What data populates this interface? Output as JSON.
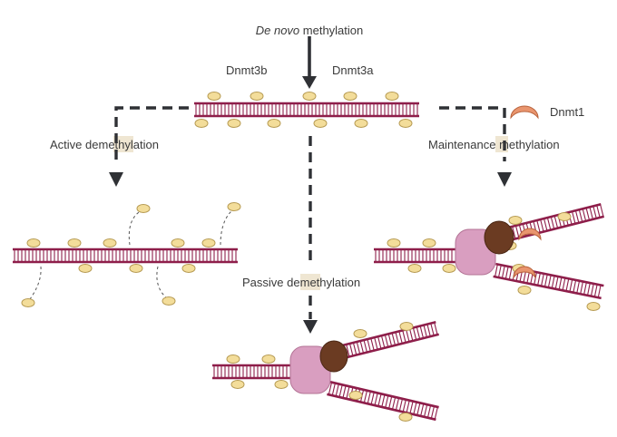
{
  "labels": {
    "de_novo_italic": "De novo",
    "de_novo_rest": " methylation",
    "dnmt3b": "Dnmt3b",
    "dnmt3a": "Dnmt3a",
    "dnmt1": "Dnmt1",
    "active_a": "Active ",
    "active_b": "de",
    "active_c": "methylation",
    "maint_a": "Maintenance ",
    "maint_b": "m",
    "maint_c": "ethylation",
    "passive_a": "Passive ",
    "passive_b": "de",
    "passive_c": "methylation"
  },
  "colors": {
    "dna_strand": "#8e1e4a",
    "methyl_group": "#f3dd9a",
    "arrow": "#2f3135",
    "replication_complex": "#d99ec0",
    "enzyme_brown": "#6b3b22",
    "dnmt1": "#e9956e"
  }
}
